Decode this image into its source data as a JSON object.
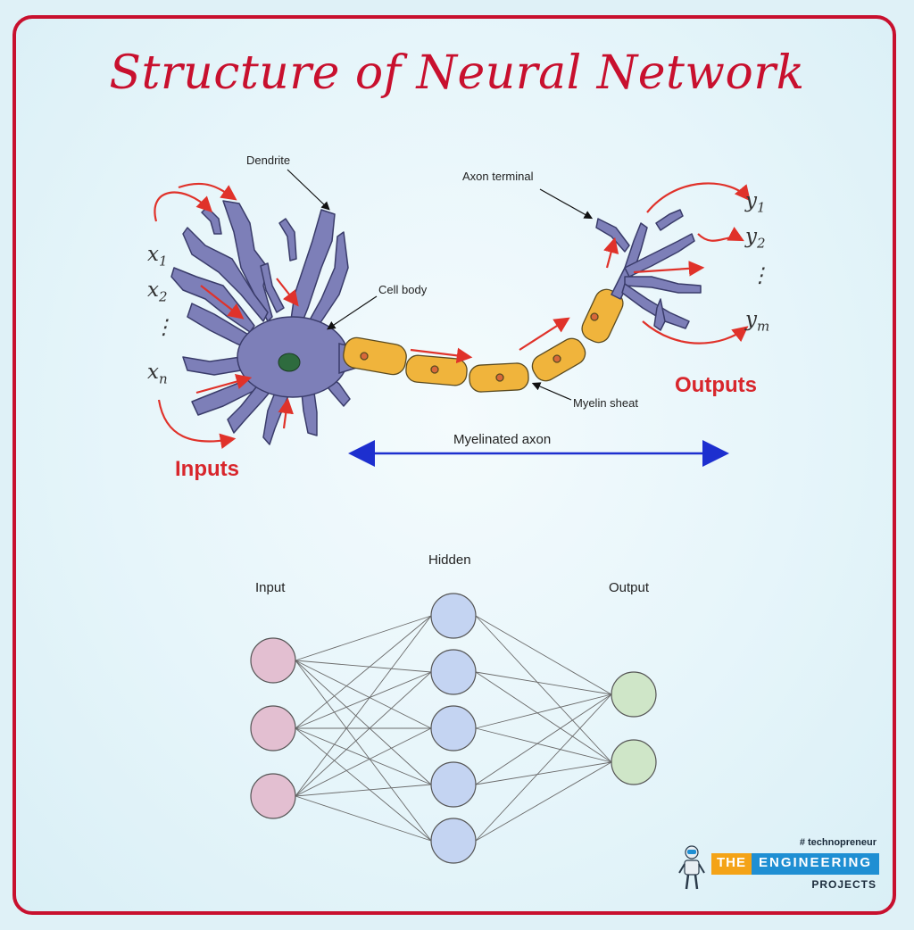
{
  "title": "Structure of Neural Network",
  "neuron": {
    "labels": {
      "dendrite": "Dendrite",
      "cell_body": "Cell body",
      "axon_terminal": "Axon terminal",
      "myelin_sheath": "Myelin sheat",
      "myelinated_axon": "Myelinated axon",
      "inputs": "Inputs",
      "outputs": "Outputs"
    },
    "input_vars": {
      "x1": "x",
      "x1_sub": "1",
      "x2": "x",
      "x2_sub": "2",
      "dots": "⋮",
      "xn": "x",
      "xn_sub": "n"
    },
    "output_vars": {
      "y1": "y",
      "y1_sub": "1",
      "y2": "y",
      "y2_sub": "2",
      "dots": "⋮",
      "ym": "y",
      "ym_sub": "m"
    }
  },
  "network": {
    "layers": [
      {
        "label": "Input",
        "nodes": 3,
        "color": "#e3bfd1"
      },
      {
        "label": "Hidden",
        "nodes": 5,
        "color": "#c4d4f2"
      },
      {
        "label": "Output",
        "nodes": 2,
        "color": "#cfe6c8"
      }
    ]
  },
  "logo": {
    "tag": "# technopreneur",
    "the": "THE",
    "engineering": "ENGINEERING",
    "projects": "PROJECTS"
  },
  "colors": {
    "accent_red": "#c8102e",
    "neuron_body": "#7d7fb8",
    "myelin": "#f0b43c",
    "axon_arrow": "#1d2fcf"
  }
}
